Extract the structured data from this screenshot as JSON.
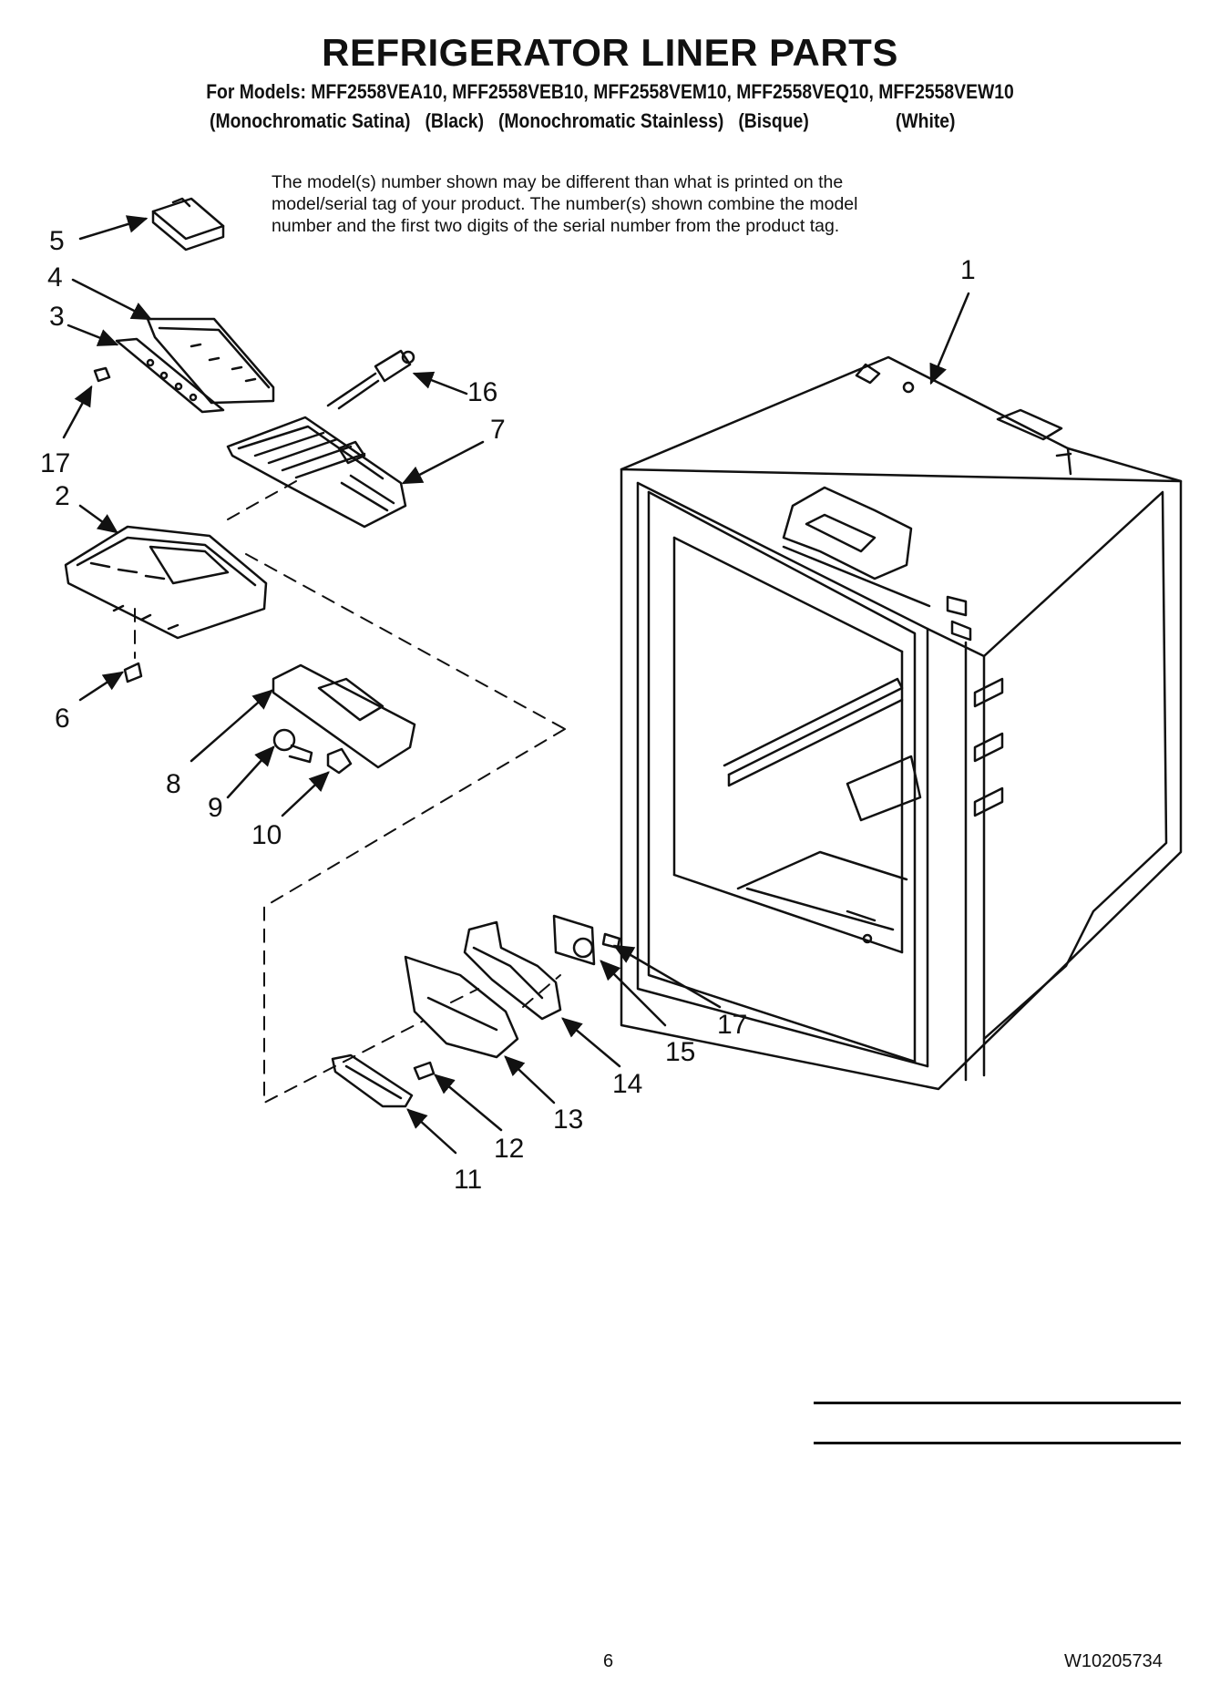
{
  "title": "REFRIGERATOR LINER PARTS",
  "models_line": "For Models: MFF2558VEA10, MFF2558VEB10, MFF2558VEM10, MFF2558VEQ10, MFF2558VEW10",
  "colors": [
    "(Monochromatic Satina)",
    "(Black)",
    "(Monochromatic Stainless)",
    "(Bisque)",
    "(White)"
  ],
  "note": [
    "The model(s) number shown may be different than what is printed on the",
    "model/serial tag of your product. The number(s) shown combine the model",
    "number and the first two digits of the serial number from the product tag."
  ],
  "callouts": {
    "c1": "1",
    "c2": "2",
    "c3": "3",
    "c4": "4",
    "c5": "5",
    "c6": "6",
    "c7": "7",
    "c8": "8",
    "c9": "9",
    "c10": "10",
    "c11": "11",
    "c12": "12",
    "c13": "13",
    "c14": "14",
    "c15": "15",
    "c16": "16",
    "c17a": "17",
    "c17b": "17"
  },
  "page_number": "6",
  "document_number": "W10205734"
}
